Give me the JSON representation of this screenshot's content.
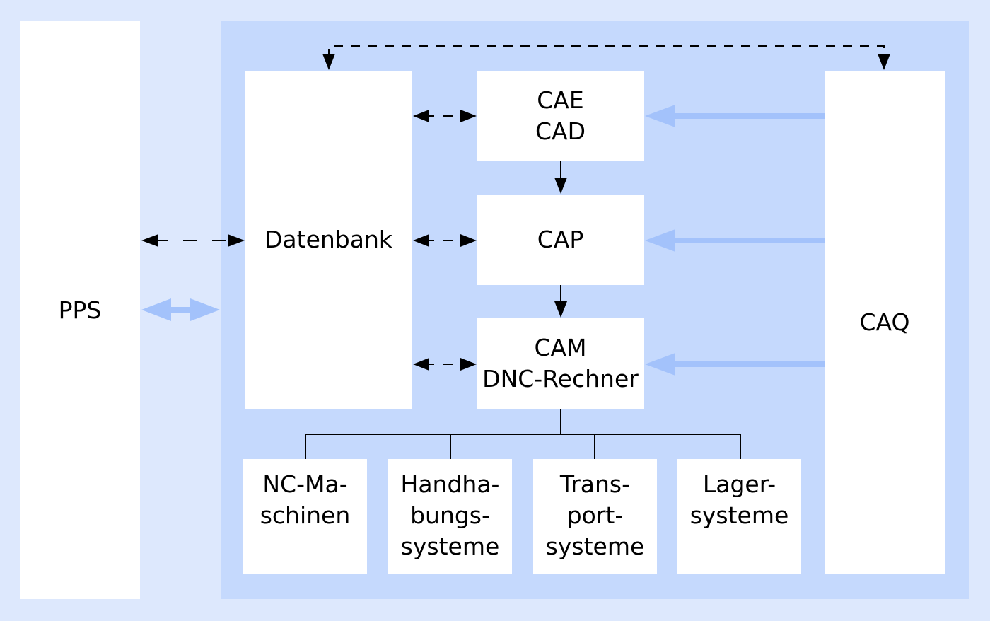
{
  "diagram": {
    "boxes": {
      "pps": "PPS",
      "datenbank": "Datenbank",
      "cae_cad": "CAE\nCAD",
      "cap": "CAP",
      "cam": "CAM\nDNC-Rechner",
      "caq": "CAQ",
      "nc_maschinen": "NC-Ma-\nschinen",
      "handhabungssysteme": "Handha-\nbungs-\nsysteme",
      "transportsysteme": "Trans-\nport-\nsysteme",
      "lagersysteme": "Lager-\nsysteme"
    },
    "colors": {
      "background": "#dde8fd",
      "panel": "#c5d9fd",
      "box": "#ffffff",
      "light_arrow": "#a3c2fb",
      "line": "#000000"
    }
  }
}
